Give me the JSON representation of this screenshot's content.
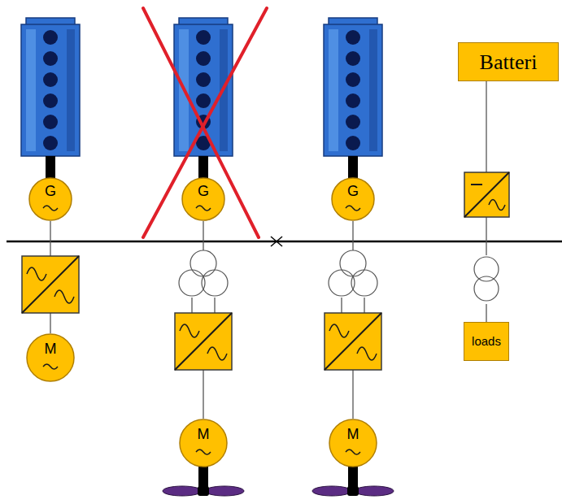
{
  "diagram": {
    "nodes": [
      {
        "text": [
          "G"
        ]
      },
      {
        "text": [
          "G"
        ]
      },
      {
        "text": [
          "G"
        ]
      },
      {
        "text": [
          "Batteri"
        ]
      },
      {
        "text": [
          "M"
        ]
      },
      {
        "text": [
          "M"
        ]
      },
      {
        "text": [
          "M"
        ]
      },
      {
        "text": [
          "loads"
        ]
      }
    ]
  }
}
